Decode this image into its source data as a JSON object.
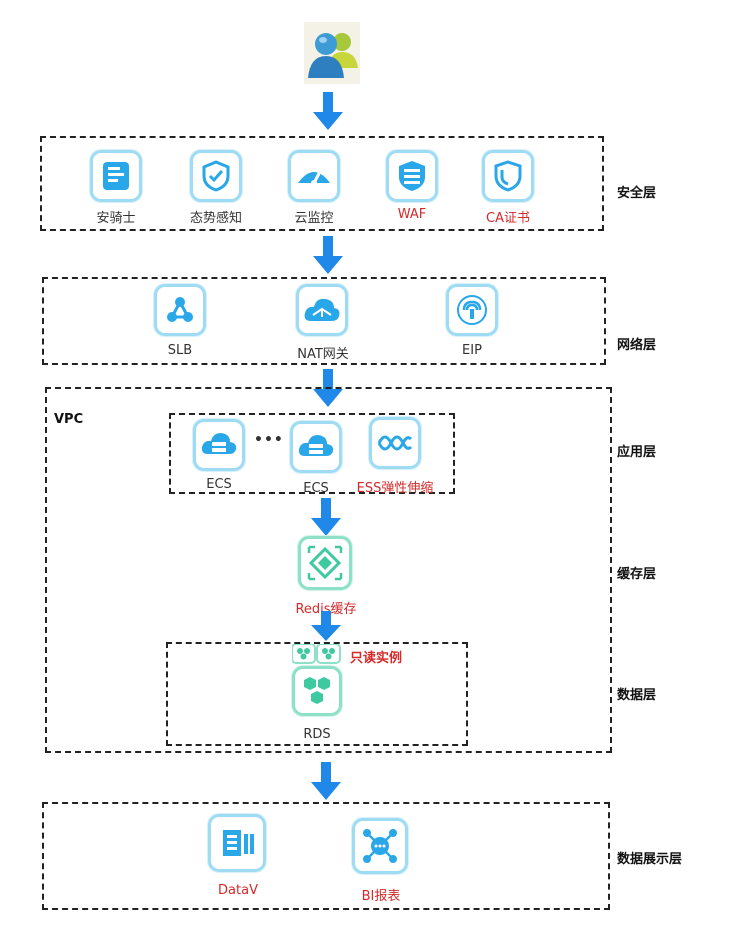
{
  "colors": {
    "accent": "#1f88e8",
    "icon_blue": "#29a7e8",
    "icon_green": "#3ec9a0",
    "red_text": "#d42a2a"
  },
  "user": {
    "icon": "users-icon"
  },
  "security": {
    "layer_label": "安全层",
    "items": [
      {
        "label": "安骑士",
        "icon": "server-shield-icon"
      },
      {
        "label": "态势感知",
        "icon": "shield-check-icon"
      },
      {
        "label": "云监控",
        "icon": "gauge-icon"
      },
      {
        "label": "WAF",
        "icon": "firewall-icon"
      },
      {
        "label": "CA证书",
        "icon": "certificate-shield-icon"
      }
    ]
  },
  "network": {
    "layer_label": "网络层",
    "items": [
      {
        "label": "SLB",
        "icon": "load-balancer-icon"
      },
      {
        "label": "NAT网关",
        "icon": "cloud-network-icon"
      },
      {
        "label": "EIP",
        "icon": "elastic-ip-icon"
      }
    ]
  },
  "vpc": {
    "label": "VPC",
    "app_layer_label": "应用层",
    "cache_layer_label": "缓存层",
    "data_layer_label": "数据层",
    "ellipsis": "•••",
    "ecs": [
      {
        "label": "ECS",
        "icon": "cloud-server-icon"
      },
      {
        "label": "ECS",
        "icon": "cloud-server-icon"
      }
    ],
    "ess": {
      "label": "ESS弹性伸缩",
      "icon": "wave-icon"
    },
    "redis": {
      "label": "Redis缓存",
      "icon": "redis-icon"
    },
    "readonly": {
      "label": "只读实例",
      "icon": "db-replica-icon"
    },
    "rds": {
      "label": "RDS",
      "icon": "database-icon"
    }
  },
  "display": {
    "layer_label": "数据展示层",
    "items": [
      {
        "label": "DataV",
        "icon": "datav-icon"
      },
      {
        "label": "BI报表",
        "icon": "bi-report-icon"
      }
    ]
  }
}
